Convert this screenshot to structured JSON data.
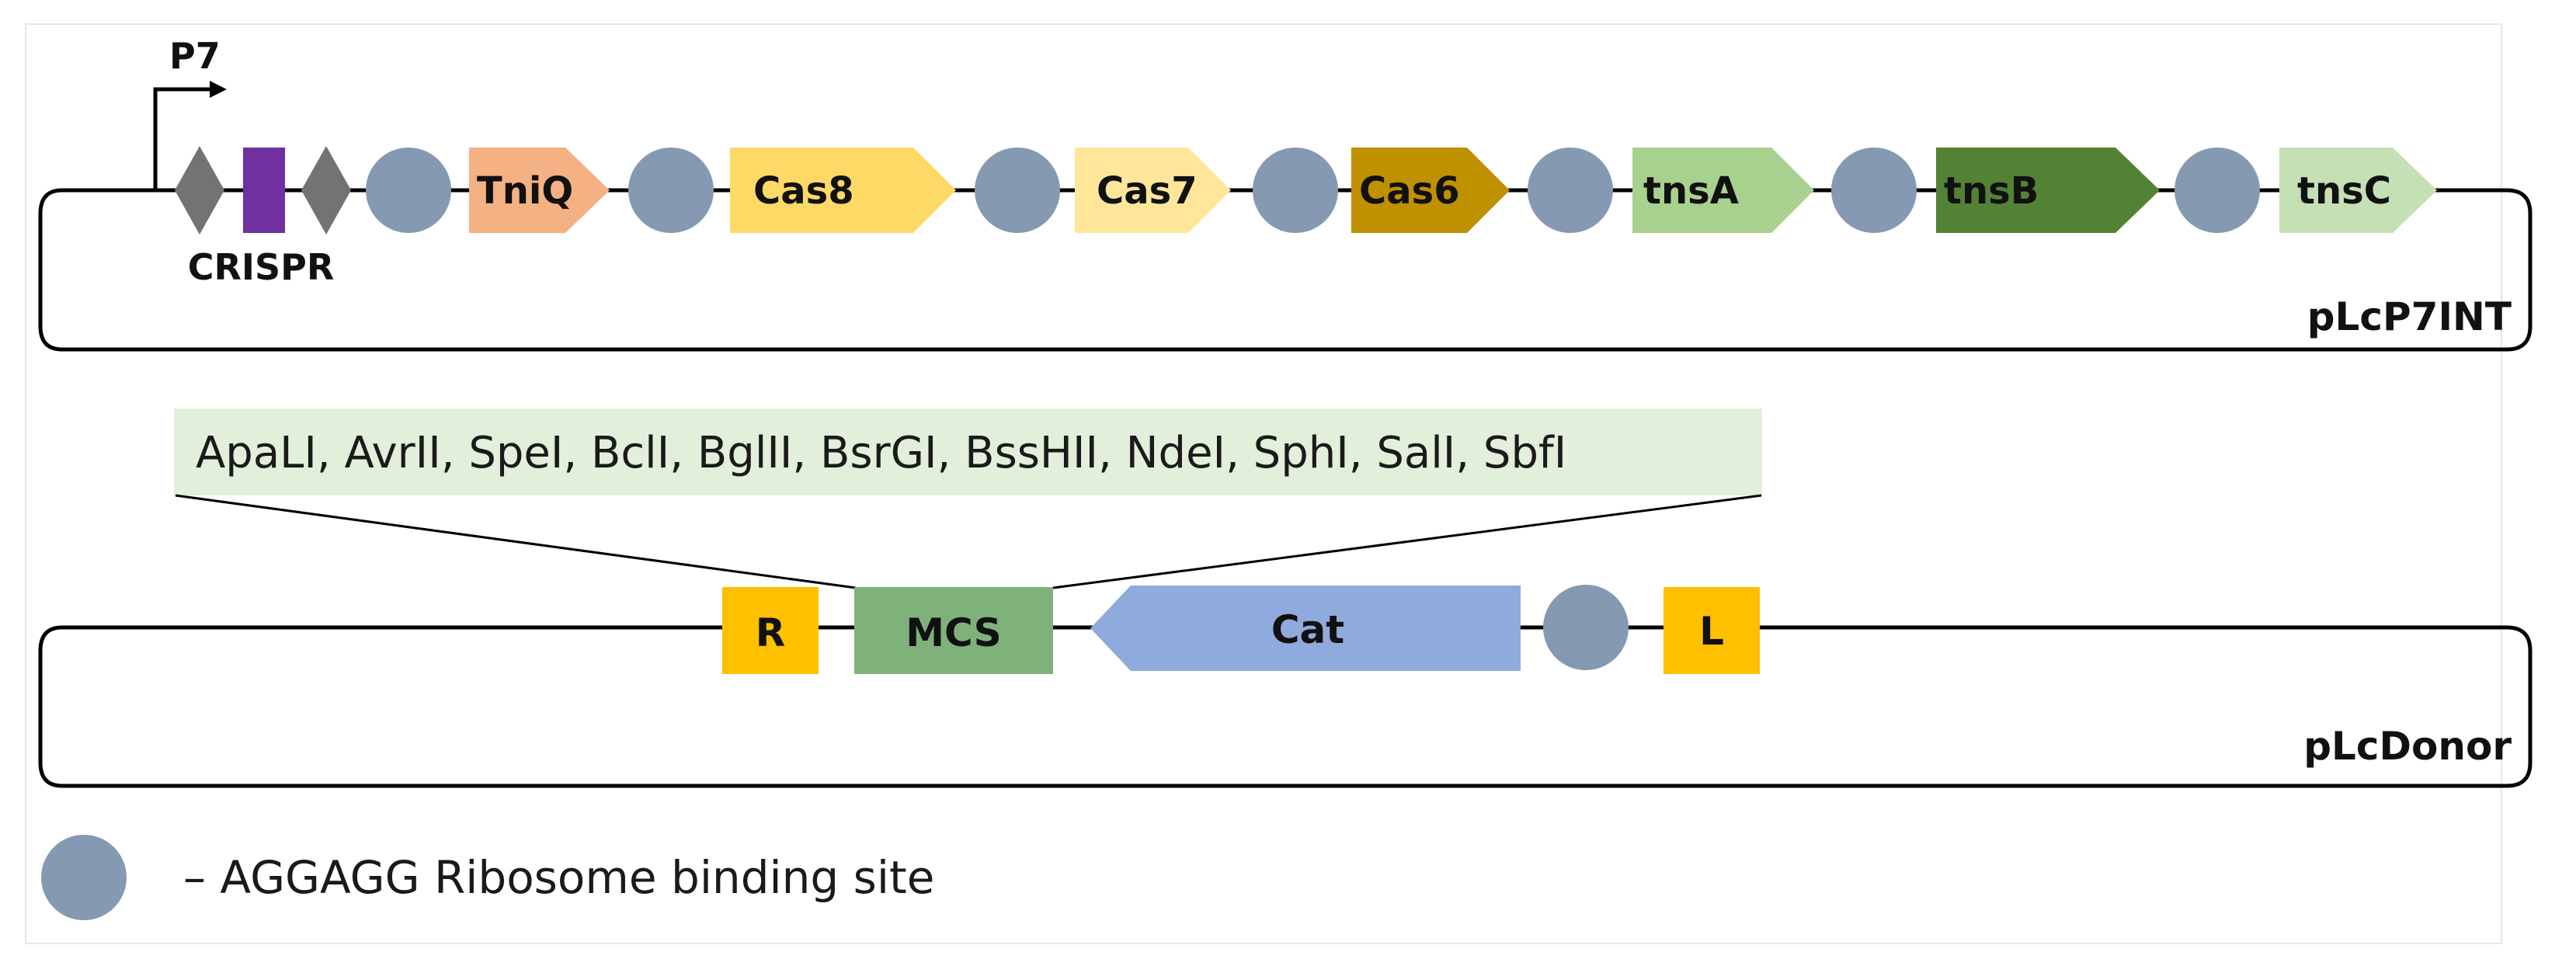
{
  "colors": {
    "rbs": "#8599b2",
    "crispr_repeat": "#737373",
    "crispr_spacer": "#7030a0",
    "TniQ": "#f4b183",
    "Cas8": "#ffd966",
    "Cas7": "#ffe699",
    "Cas6": "#bf9000",
    "tnsA": "#a9d18e",
    "tnsB": "#548235",
    "tnsC": "#c5e0b4",
    "end": "#ffc000",
    "mcs": "#7fb27b",
    "cat": "#8faadc",
    "mcs_box": "#e2efda",
    "line": "#000000"
  },
  "plasmid1": {
    "name": "pLcP7INT",
    "promoter": "P7",
    "crispr_label": "CRISPR",
    "genes": [
      "TniQ",
      "Cas8",
      "Cas7",
      "Cas6",
      "tnsA",
      "tnsB",
      "tnsC"
    ]
  },
  "mcs_sites": "ApaLI, AvrII, SpeI, BclI, BglII, BsrGI, BssHII, NdeI, SphI, SalI, SbfI",
  "plasmid2": {
    "name": "pLcDonor",
    "right_end": "R",
    "mcs": "MCS",
    "marker": "Cat",
    "left_end": "L"
  },
  "legend": {
    "icon": "rbs-circle-icon",
    "text": "– AGGAGG Ribosome binding site"
  }
}
